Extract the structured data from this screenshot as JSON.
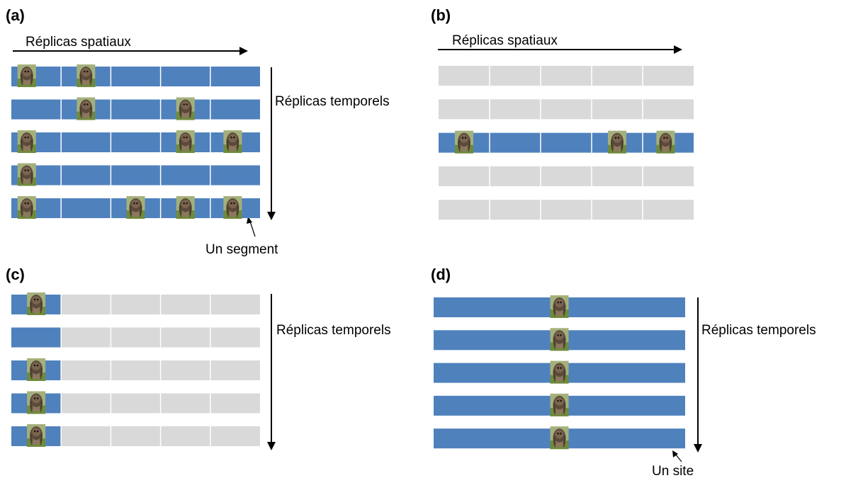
{
  "panels": {
    "a": {
      "letter": "(a)",
      "top_label": "Réplicas spatiaux",
      "side_label": "Réplicas temporels",
      "bottom_label": "Un segment",
      "rows": [
        {
          "fill": [
            "blue",
            "blue",
            "blue",
            "blue",
            "blue"
          ],
          "animals": [
            0.31,
            1.5
          ]
        },
        {
          "fill": [
            "blue",
            "blue",
            "blue",
            "blue",
            "blue"
          ],
          "animals": [
            1.5,
            3.5
          ]
        },
        {
          "fill": [
            "blue",
            "blue",
            "blue",
            "blue",
            "blue"
          ],
          "animals": [
            0.31,
            3.5,
            4.45
          ]
        },
        {
          "fill": [
            "blue",
            "blue",
            "blue",
            "blue",
            "blue"
          ],
          "animals": [
            0.31
          ]
        },
        {
          "fill": [
            "blue",
            "blue",
            "blue",
            "blue",
            "blue"
          ],
          "animals": [
            0.31,
            2.5,
            3.5,
            4.45
          ]
        }
      ]
    },
    "b": {
      "letter": "(b)",
      "top_label": "Réplicas spatiaux",
      "rows": [
        {
          "fill": [
            "gray",
            "gray",
            "gray",
            "gray",
            "gray"
          ],
          "animals": []
        },
        {
          "fill": [
            "gray",
            "gray",
            "gray",
            "gray",
            "gray"
          ],
          "animals": []
        },
        {
          "fill": [
            "blue",
            "blue",
            "blue",
            "blue",
            "blue"
          ],
          "animals": [
            0.5,
            3.5,
            4.45
          ]
        },
        {
          "fill": [
            "gray",
            "gray",
            "gray",
            "gray",
            "gray"
          ],
          "animals": []
        },
        {
          "fill": [
            "gray",
            "gray",
            "gray",
            "gray",
            "gray"
          ],
          "animals": []
        }
      ]
    },
    "c": {
      "letter": "(c)",
      "side_label": "Réplicas temporels",
      "rows": [
        {
          "fill": [
            "blue",
            "gray",
            "gray",
            "gray",
            "gray"
          ],
          "animals": [
            0.5
          ]
        },
        {
          "fill": [
            "blue",
            "gray",
            "gray",
            "gray",
            "gray"
          ],
          "animals": []
        },
        {
          "fill": [
            "blue",
            "gray",
            "gray",
            "gray",
            "gray"
          ],
          "animals": [
            0.5
          ]
        },
        {
          "fill": [
            "blue",
            "gray",
            "gray",
            "gray",
            "gray"
          ],
          "animals": [
            0.5
          ]
        },
        {
          "fill": [
            "blue",
            "gray",
            "gray",
            "gray",
            "gray"
          ],
          "animals": [
            0.5
          ]
        }
      ]
    },
    "d": {
      "letter": "(d)",
      "side_label": "Réplicas temporels",
      "bottom_label": "Un site",
      "rows": [
        {
          "fill": [
            "blue"
          ],
          "animals": [
            0.5
          ]
        },
        {
          "fill": [
            "blue"
          ],
          "animals": [
            0.5
          ]
        },
        {
          "fill": [
            "blue"
          ],
          "animals": [
            0.5
          ]
        },
        {
          "fill": [
            "blue"
          ],
          "animals": [
            0.5
          ]
        },
        {
          "fill": [
            "blue"
          ],
          "animals": [
            0.5
          ]
        }
      ]
    }
  },
  "colors": {
    "segment_active": "#4f81bd",
    "segment_inactive": "#d9d9d9"
  },
  "icons": {
    "animal": "bird-photo-icon"
  }
}
